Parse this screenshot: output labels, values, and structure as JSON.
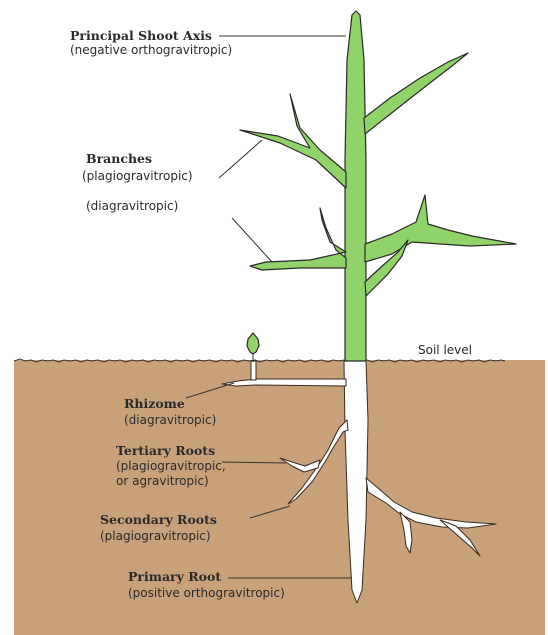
{
  "colors": {
    "shoot": "#8fd36a",
    "soil": "#c8a17a",
    "root": "#ffffff"
  },
  "labels": {
    "principal_shoot": {
      "title": "Principal Shoot Axis",
      "sub": "(negative orthogravitropic)"
    },
    "branches": {
      "title": "Branches",
      "sub1": "(plagiogravitropic)",
      "sub2": "(diagravitropic)"
    },
    "soil_level": "Soil level",
    "rhizome": {
      "title": "Rhizome",
      "sub": "(diagravitropic)"
    },
    "tertiary": {
      "title": "Tertiary Roots",
      "sub1": "(plagiogravitropic,",
      "sub2": "or agravitropic)"
    },
    "secondary": {
      "title": "Secondary Roots",
      "sub": "(plagiogravitropic)"
    },
    "primary": {
      "title": "Primary Root",
      "sub": "(positive orthogravitropic)"
    }
  }
}
